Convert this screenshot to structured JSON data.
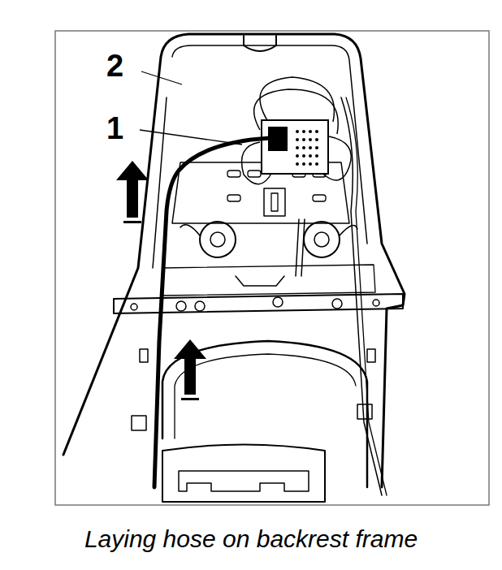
{
  "diagram": {
    "caption": "Laying hose on backrest frame",
    "labels": [
      "2",
      "1"
    ]
  }
}
